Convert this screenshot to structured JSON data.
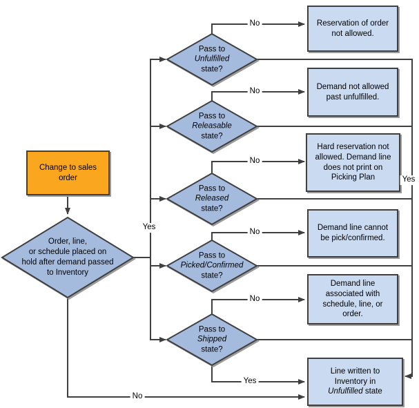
{
  "colors": {
    "decision_fill": "#a5bbde",
    "outcome_fill": "#c9daf1",
    "start_fill": "#faa61e",
    "line": "#3f3f3f",
    "text": "#000000",
    "shadow": "#9b9b9b"
  },
  "nodes": {
    "start": {
      "text": "Change to sales order"
    },
    "hold": {
      "text": "Order, line,\nor schedule placed on\nhold after demand passed\nto Inventory"
    },
    "pass_unfulfilled": {
      "prefix": "Pass to",
      "state": "Unfulfilled",
      "suffix": "state?"
    },
    "pass_releasable": {
      "prefix": "Pass to",
      "state": "Releasable",
      "suffix": "state?"
    },
    "pass_released": {
      "prefix": "Pass to",
      "state": "Released",
      "suffix": "state?"
    },
    "pass_picked": {
      "prefix": "Pass to",
      "state": "Picked/Confirmed",
      "suffix": "state?"
    },
    "pass_shipped": {
      "prefix": "Pass to",
      "state": "Shipped",
      "suffix": "state?"
    },
    "outcome_unfulfilled": {
      "text": "Reservation of order not allowed."
    },
    "outcome_releasable": {
      "text": "Demand not allowed past unfulfilled."
    },
    "outcome_released": {
      "text": "Hard reservation not allowed. Demand line does not print on Picking Plan"
    },
    "outcome_picked": {
      "text": "Demand line cannot be pick/confirmed."
    },
    "outcome_shipped": {
      "text": "Demand line associated with schedule, line, or order."
    },
    "end": {
      "prefix": "Line written to\nInventory in",
      "state": "Unfulfilled",
      "suffix": "state"
    }
  },
  "labels": {
    "left_trunk_yes": "Yes",
    "right_trunk_yes": "Yes",
    "shipped_yes": "Yes",
    "hold_no": "No",
    "unfulfilled_no": "No",
    "releasable_no": "No",
    "released_no": "No",
    "picked_no": "No",
    "shipped_no": "No"
  }
}
